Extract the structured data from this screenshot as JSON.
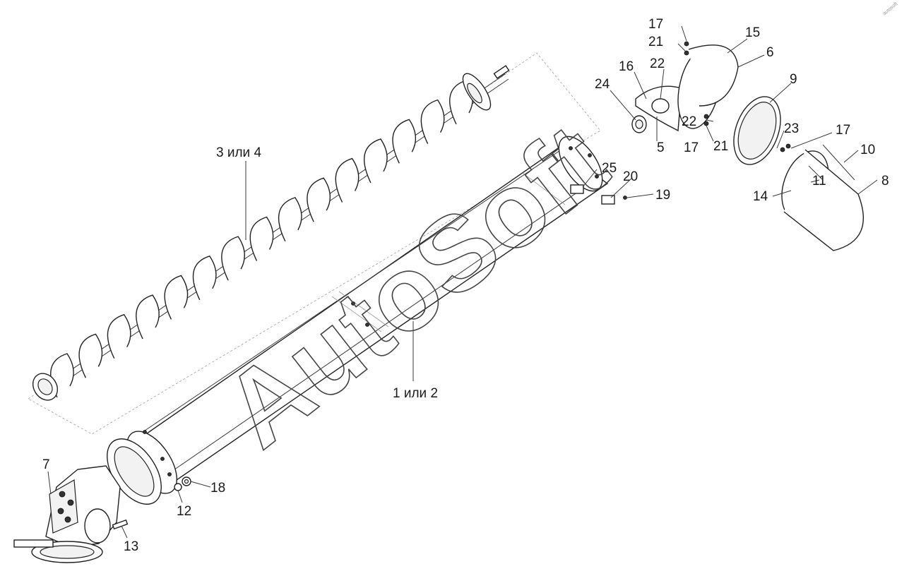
{
  "watermark": {
    "text": "AutoSoft",
    "corner_mark": "autosoft"
  },
  "callouts": [
    {
      "id": "c17a",
      "text": "17"
    },
    {
      "id": "c21a",
      "text": "21"
    },
    {
      "id": "c15",
      "text": "15"
    },
    {
      "id": "c6",
      "text": "6"
    },
    {
      "id": "c16",
      "text": "16"
    },
    {
      "id": "c22a",
      "text": "22"
    },
    {
      "id": "c24",
      "text": "24"
    },
    {
      "id": "c9",
      "text": "9"
    },
    {
      "id": "c22b",
      "text": "22"
    },
    {
      "id": "c5",
      "text": "5"
    },
    {
      "id": "c17b",
      "text": "17"
    },
    {
      "id": "c21b",
      "text": "21"
    },
    {
      "id": "c23",
      "text": "23"
    },
    {
      "id": "c17c",
      "text": "17"
    },
    {
      "id": "c10",
      "text": "10"
    },
    {
      "id": "c11",
      "text": "11"
    },
    {
      "id": "c8",
      "text": "8"
    },
    {
      "id": "c14",
      "text": "14"
    },
    {
      "id": "c25",
      "text": "25"
    },
    {
      "id": "c20",
      "text": "20"
    },
    {
      "id": "c19",
      "text": "19"
    },
    {
      "id": "c34",
      "text": "3 или 4"
    },
    {
      "id": "c12a",
      "text": "1 или 2"
    },
    {
      "id": "c7",
      "text": "7"
    },
    {
      "id": "c18",
      "text": "18"
    },
    {
      "id": "c12",
      "text": "12"
    },
    {
      "id": "c13",
      "text": "13"
    }
  ]
}
